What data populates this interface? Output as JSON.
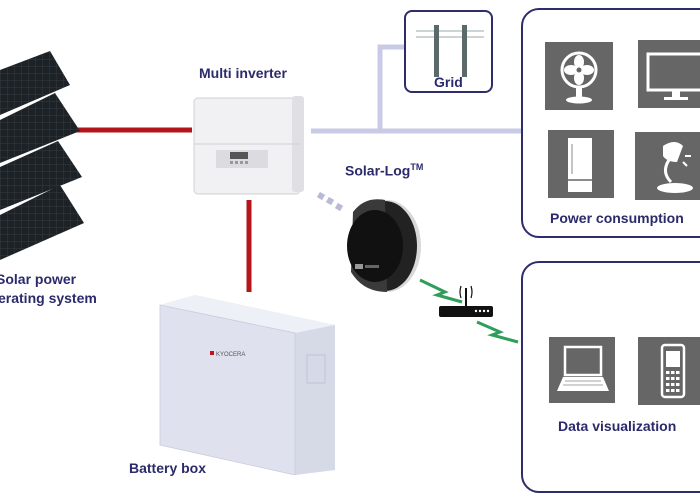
{
  "diagram": {
    "title": "Solar power system with battery storage and monitoring",
    "colors": {
      "label_text": "#2b2a6b",
      "dc_line": "#b3151b",
      "ac_line": "#c9cbe6",
      "data_line": "#b8bad8",
      "wireless": "#2f9e5a",
      "panel_border": "#2e2c6a",
      "tile_bg": "#666666"
    },
    "nodes": {
      "solar": {
        "label_line1": "Solar power",
        "label_line2": "erating system",
        "icon": "solar-panel-icon"
      },
      "inverter": {
        "label": "Multi inverter",
        "icon": "inverter-icon"
      },
      "grid": {
        "label": "Grid",
        "icon": "power-pole-icon"
      },
      "solarlog": {
        "label": "Solar-Log",
        "label_sup": "TM",
        "icon": "solar-log-device-icon"
      },
      "battery": {
        "label": "Battery box",
        "brand": "KYOCERA",
        "icon": "battery-box-icon"
      },
      "router": {
        "icon": "wifi-router-icon"
      },
      "consumption": {
        "label": "Power consumption",
        "items": [
          {
            "name": "fan",
            "icon": "fan-icon"
          },
          {
            "name": "monitor",
            "icon": "monitor-icon"
          },
          {
            "name": "refrigerator",
            "icon": "refrigerator-icon"
          },
          {
            "name": "lamp",
            "icon": "lamp-icon"
          }
        ]
      },
      "visualization": {
        "label": "Data visualization",
        "items": [
          {
            "name": "laptop",
            "icon": "laptop-icon"
          },
          {
            "name": "mobile phone",
            "icon": "mobile-phone-icon"
          }
        ]
      }
    },
    "connections": [
      {
        "from": "solar",
        "to": "inverter",
        "type": "dc"
      },
      {
        "from": "inverter",
        "to": "battery",
        "type": "dc"
      },
      {
        "from": "inverter",
        "to": "grid",
        "type": "ac"
      },
      {
        "from": "inverter",
        "to": "consumption",
        "type": "ac"
      },
      {
        "from": "inverter",
        "to": "solarlog",
        "type": "data"
      },
      {
        "from": "solarlog",
        "to": "router",
        "type": "wireless"
      },
      {
        "from": "router",
        "to": "visualization",
        "type": "wireless"
      }
    ]
  }
}
